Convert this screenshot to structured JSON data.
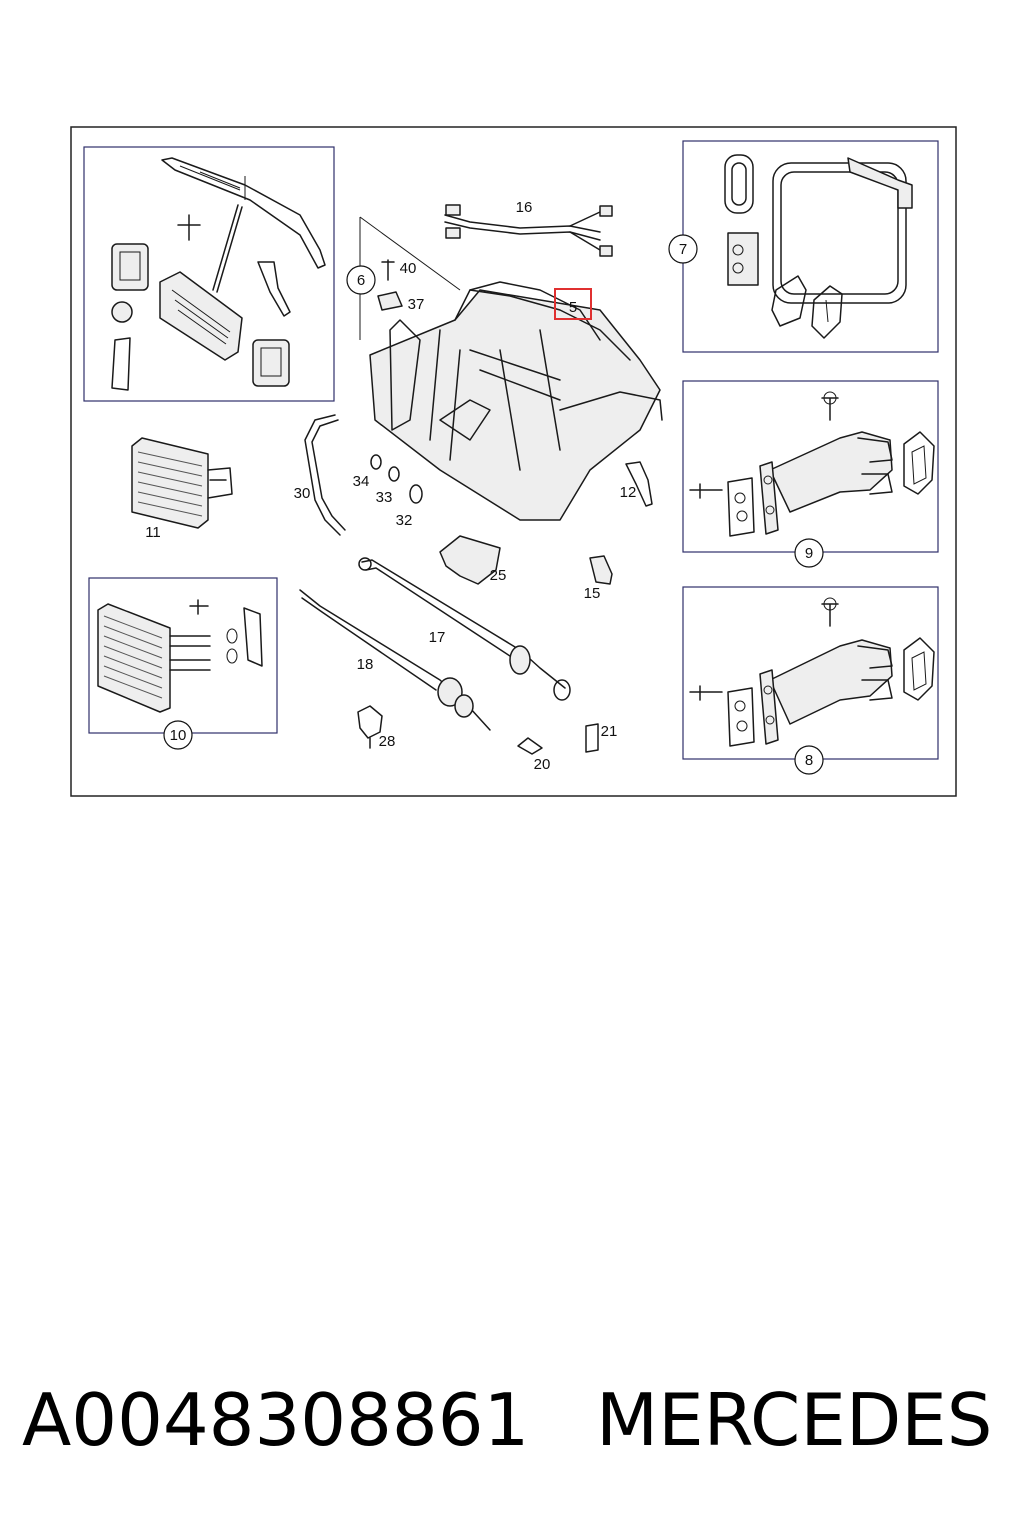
{
  "callouts": {
    "c5": "5",
    "c6": "6",
    "c7": "7",
    "c8": "8",
    "c9": "9",
    "c10": "10",
    "c11": "11",
    "c12": "12",
    "c15": "15",
    "c16": "16",
    "c17": "17",
    "c18": "18",
    "c20": "20",
    "c21": "21",
    "c25": "25",
    "c28": "28",
    "c30": "30",
    "c32": "32",
    "c33": "33",
    "c34": "34",
    "c37": "37",
    "c40": "40"
  },
  "highlight": {
    "callout": "5",
    "color": "#e03030"
  },
  "footer": {
    "part_number": "A0048308861",
    "brand": "MERCEDES"
  }
}
